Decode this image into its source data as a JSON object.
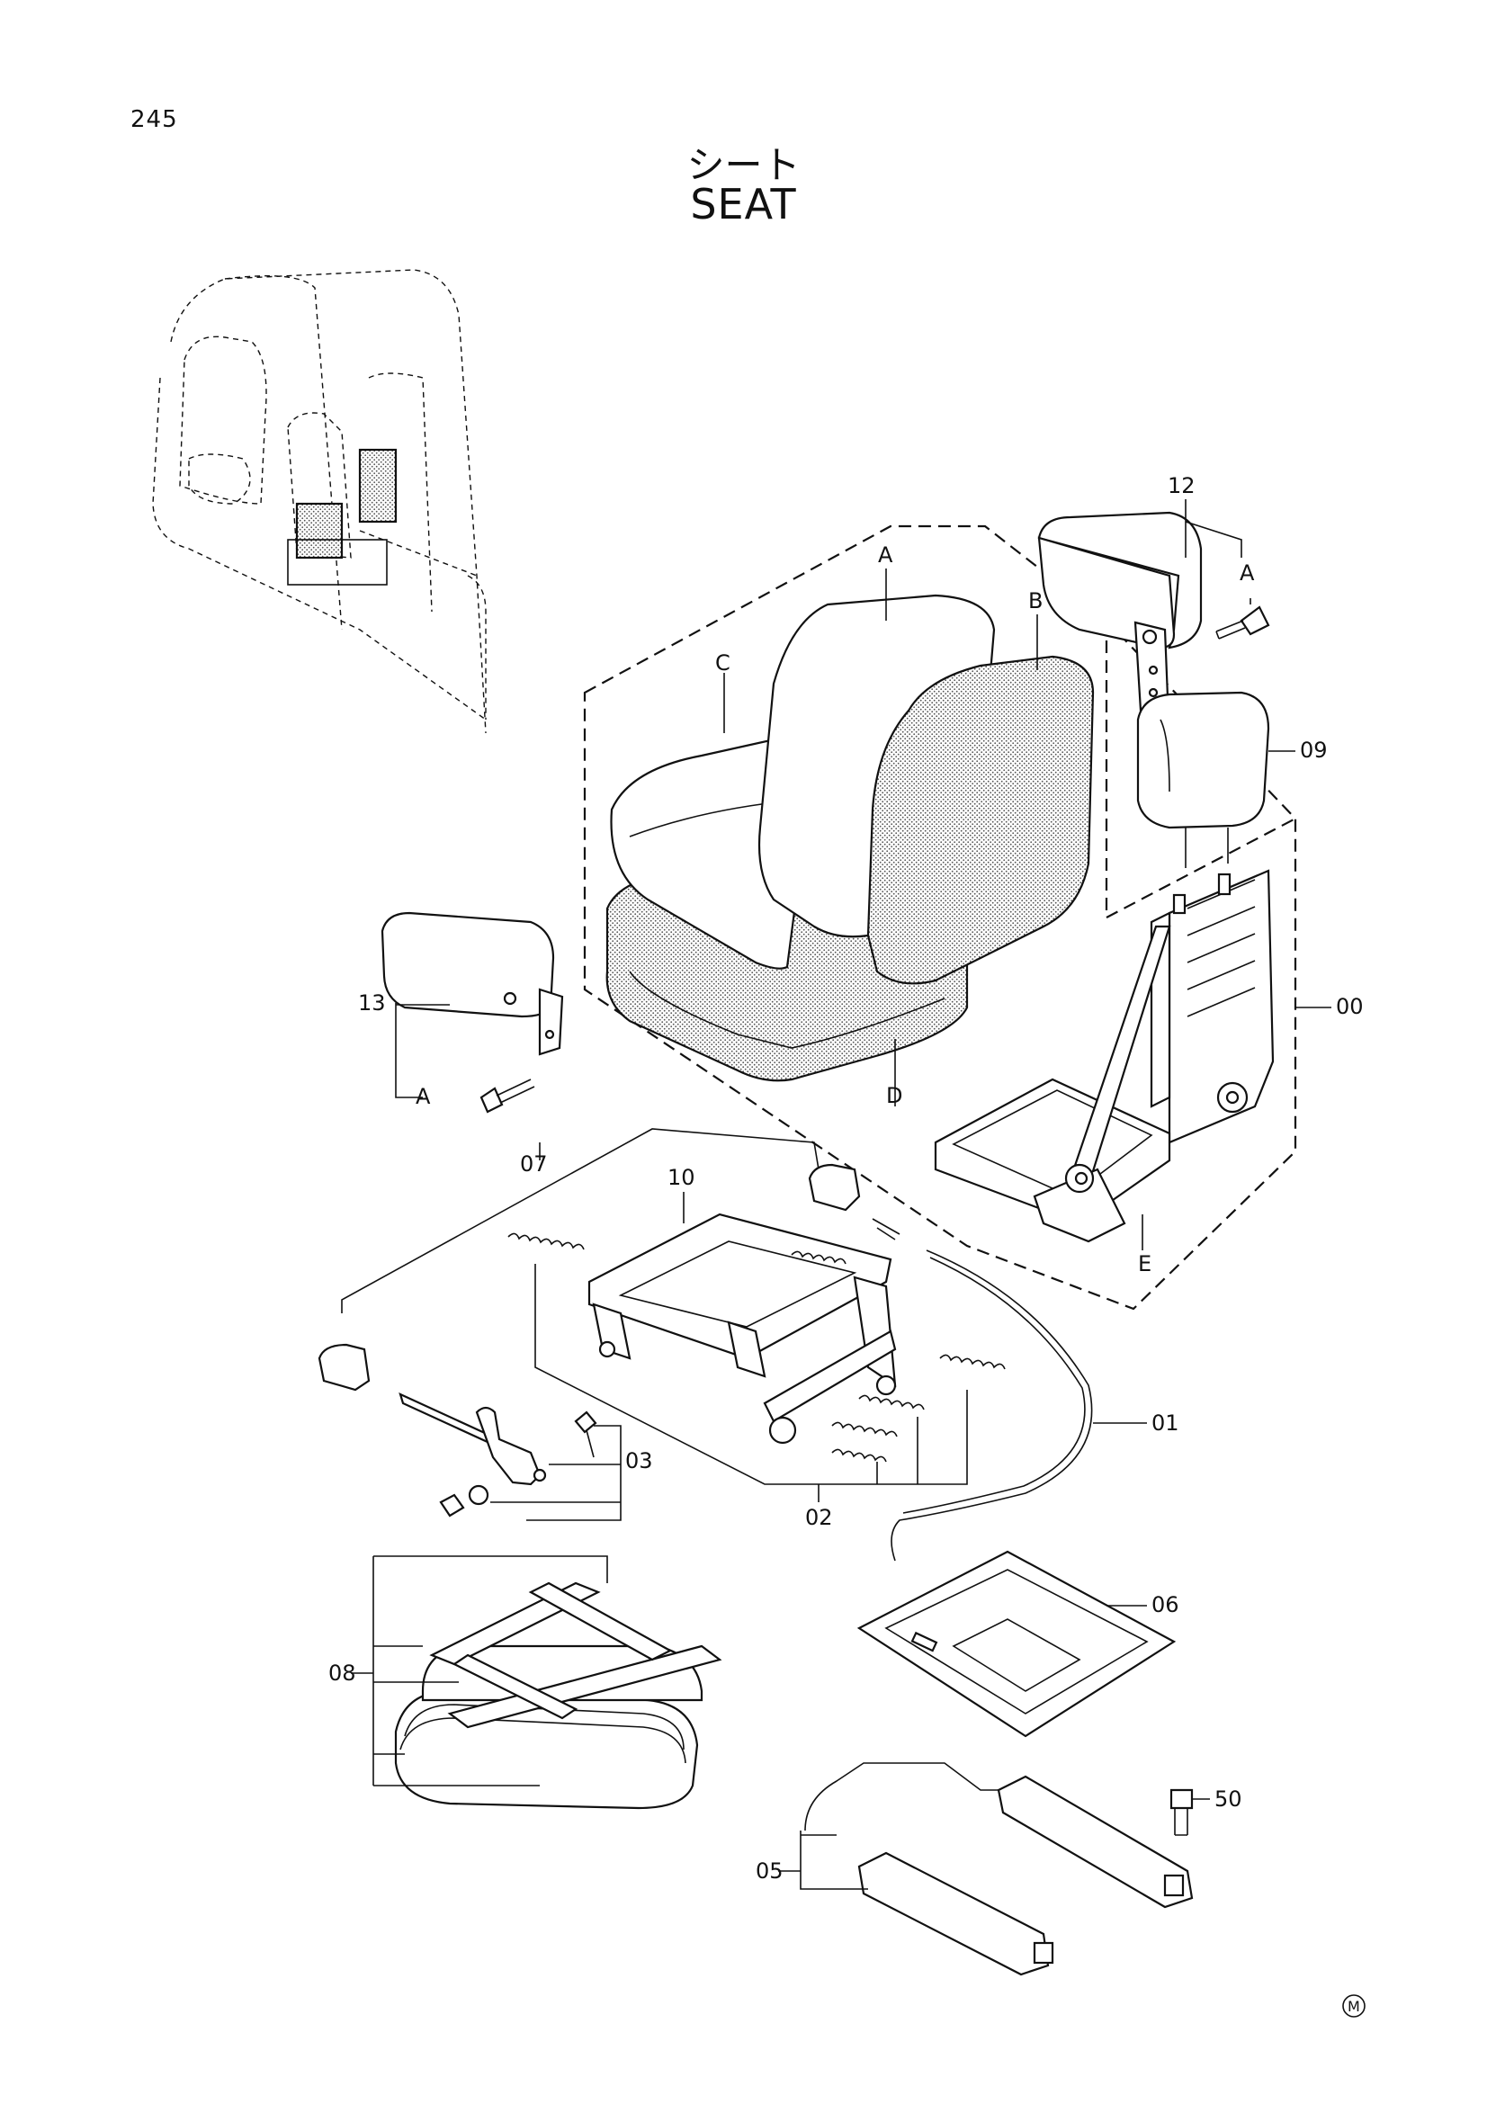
{
  "header": {
    "page_number": "245",
    "title_ja": "シート",
    "title_en": "SEAT"
  },
  "callouts": {
    "p12": "12",
    "pA_top": "A",
    "pA_seat": "A",
    "pB": "B",
    "pC": "C",
    "pD": "D",
    "pE": "E",
    "p09": "09",
    "p00": "00",
    "p13": "13",
    "pA_left": "A",
    "p07": "07",
    "p10": "10",
    "p01": "01",
    "p03": "03",
    "p02": "02",
    "p06": "06",
    "p08": "08",
    "p50": "50",
    "p05": "05"
  },
  "footer": {
    "mark": "M"
  }
}
